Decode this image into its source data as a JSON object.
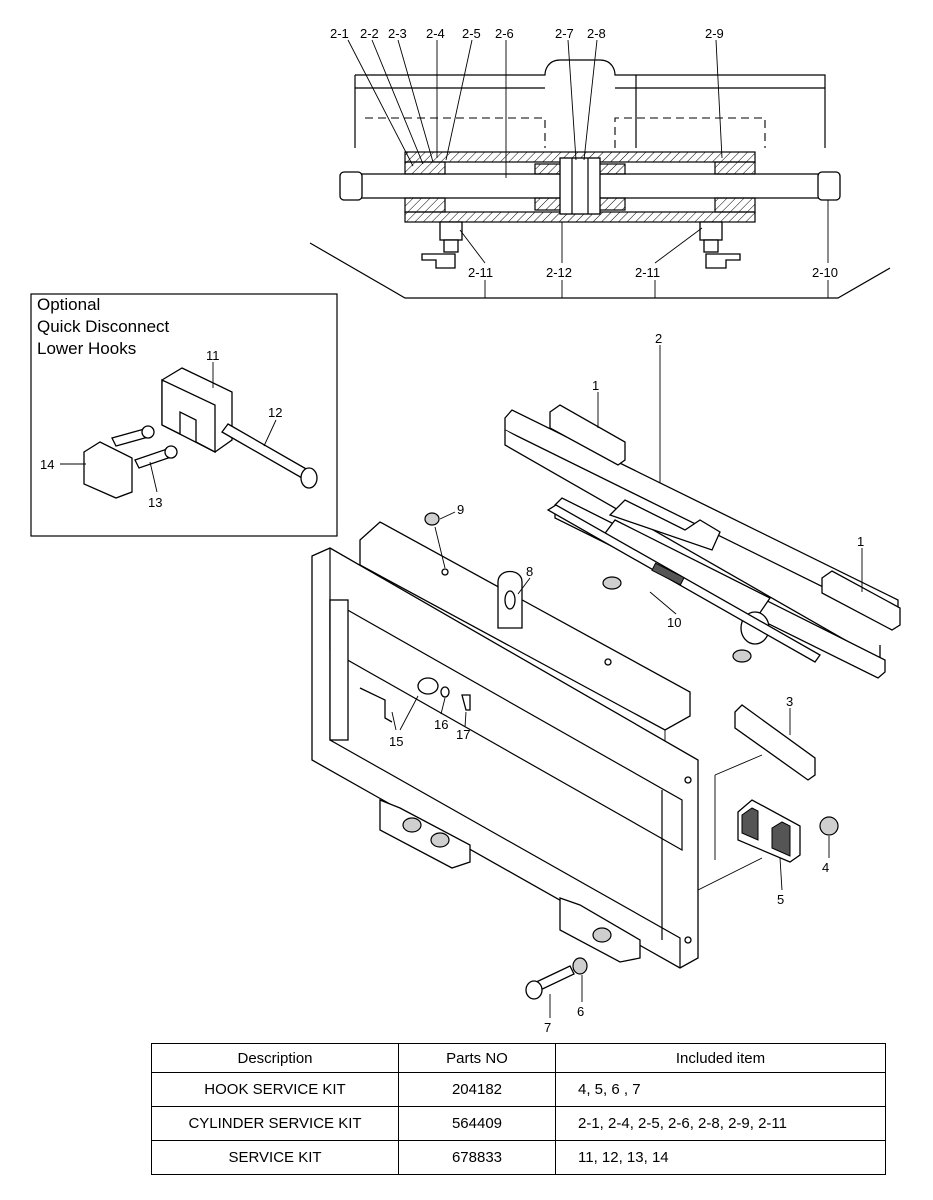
{
  "inset": {
    "title_lines": [
      "Optional",
      "Quick Disconnect",
      "Lower Hooks"
    ]
  },
  "callouts": {
    "c2_1": "2-1",
    "c2_2": "2-2",
    "c2_3": "2-3",
    "c2_4": "2-4",
    "c2_5": "2-5",
    "c2_6": "2-6",
    "c2_7": "2-7",
    "c2_8": "2-8",
    "c2_9": "2-9",
    "c2_10": "2-10",
    "c2_11a": "2-11",
    "c2_12": "2-12",
    "c2_11b": "2-11",
    "c2": "2",
    "c1a": "1",
    "c1b": "1",
    "c3": "3",
    "c4": "4",
    "c5": "5",
    "c6": "6",
    "c7": "7",
    "c8": "8",
    "c9": "9",
    "c10": "10",
    "c11": "11",
    "c12": "12",
    "c13": "13",
    "c14": "14",
    "c15": "15",
    "c16": "16",
    "c17": "17"
  },
  "table": {
    "headers": {
      "description": "Description",
      "parts_no": "Parts NO",
      "included": "Included item"
    },
    "rows": [
      {
        "description": "HOOK SERVICE KIT",
        "parts_no": "204182",
        "included": "4, 5, 6 , 7"
      },
      {
        "description": "CYLINDER SERVICE KIT",
        "parts_no": "564409",
        "included": "2-1, 2-4, 2-5, 2-6, 2-8, 2-9, 2-11"
      },
      {
        "description": "SERVICE KIT",
        "parts_no": "678833",
        "included": "11, 12, 13, 14"
      }
    ]
  }
}
